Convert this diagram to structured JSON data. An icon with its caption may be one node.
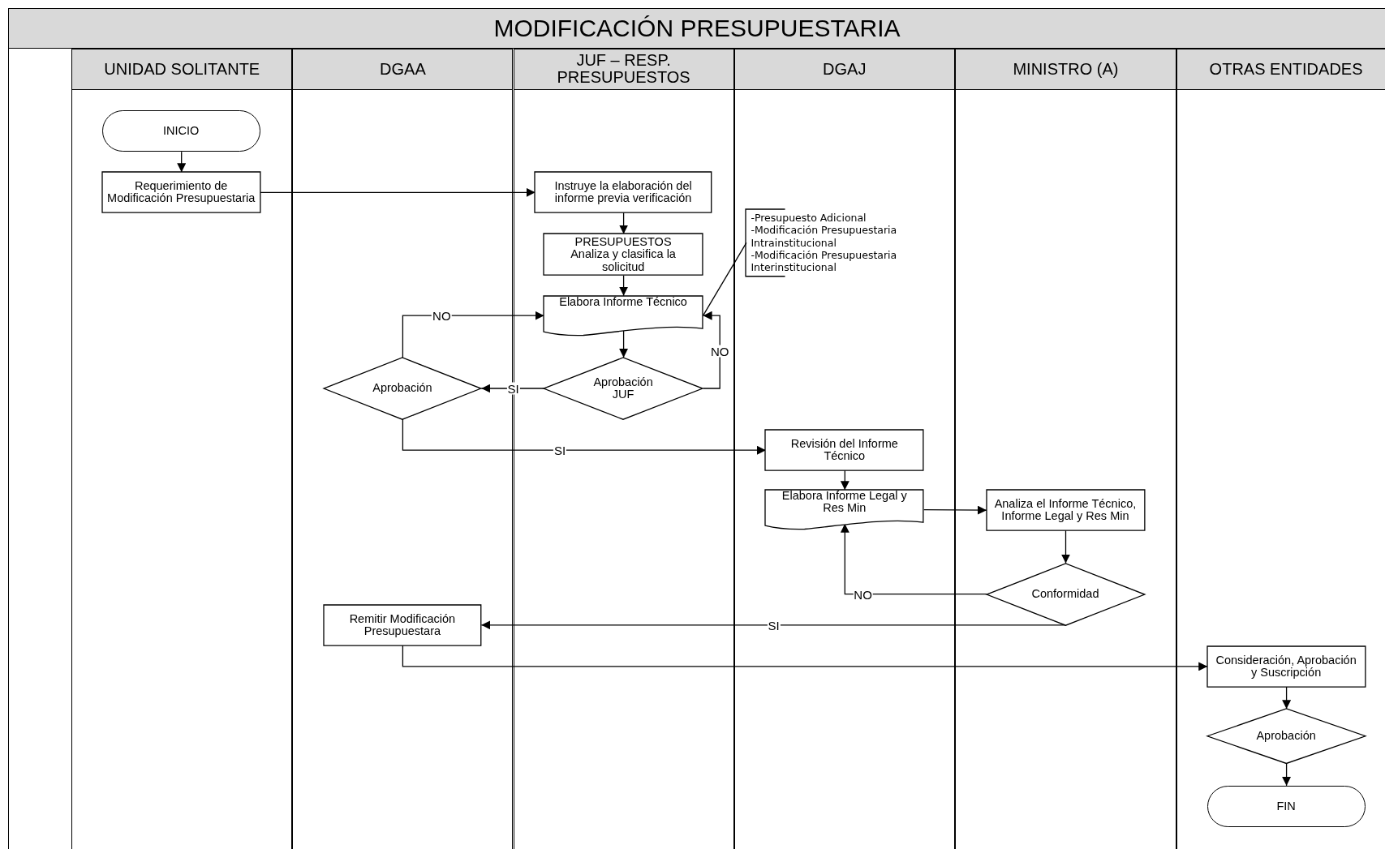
{
  "diagram": {
    "title": "MODIFICACIÓN PRESUPUESTARIA",
    "nodes": [
      {
        "text": [
          "UNIDAD SOLITANTE"
        ]
      },
      {
        "text": [
          "DGAA"
        ]
      },
      {
        "text": [
          "JUF – RESP. PRESUPUESTOS"
        ]
      },
      {
        "text": [
          "DGAJ"
        ]
      },
      {
        "text": [
          "MINISTRO (A)"
        ]
      },
      {
        "text": [
          "OTRAS ENTIDADES"
        ]
      },
      {
        "text": [
          "INICIO"
        ],
        "in": 0
      },
      {
        "text": [
          "Requerimiento de Modificación Presupuestaria"
        ],
        "in": 0
      },
      {
        "text": [
          "Instruye la elaboración del informe previa verificación"
        ],
        "in": 2
      },
      {
        "text": [
          "PRESUPUESTOS",
          "Analiza y clasifica la solicitud"
        ],
        "in": 2
      },
      {
        "text": [
          "Elabora Informe Técnico"
        ],
        "in": 2
      },
      {
        "text": [
          "-Presupuesto Adicional",
          "-Modificación Presupuestaria Intrainstitucional",
          "-Modificación Presupuestaria Interinstitucional"
        ],
        "in": 3
      },
      {
        "text": [
          "Aprobación JUF"
        ],
        "in": 2
      },
      {
        "text": [
          "Aprobación"
        ],
        "in": 1
      },
      {
        "text": [
          "Revisión del Informe Técnico"
        ],
        "in": 3
      },
      {
        "text": [
          "Elabora Informe Legal y Res Min"
        ],
        "in": 3
      },
      {
        "text": [
          "Analiza el Informe Técnico, Informe Legal y Res Min"
        ],
        "in": 4
      },
      {
        "text": [
          "Conformidad"
        ],
        "in": 4
      },
      {
        "text": [
          "Remitir Modificación Presupuestara"
        ],
        "in": 1
      },
      {
        "text": [
          "Consideración, Aprobación y Suscripción"
        ],
        "in": 5
      },
      {
        "text": [
          "Aprobación"
        ],
        "in": 5
      },
      {
        "text": [
          "FIN"
        ],
        "in": 5
      }
    ],
    "edges": [
      {
        "from": 6,
        "to": 7,
        "arrow": "to"
      },
      {
        "from": 7,
        "to": 8,
        "arrow": "to"
      },
      {
        "from": 8,
        "to": 9,
        "arrow": "to"
      },
      {
        "from": 9,
        "to": 10,
        "arrow": "to"
      },
      {
        "from": 10,
        "to": 12,
        "arrow": "to"
      },
      {
        "from": 12,
        "to": 10,
        "arrow": "to",
        "label": "NO"
      },
      {
        "from": 12,
        "to": 13,
        "arrow": "to",
        "label": "SI"
      },
      {
        "from": 13,
        "to": 10,
        "arrow": "to",
        "label": "NO"
      },
      {
        "from": 13,
        "to": 14,
        "arrow": "to",
        "label": "SI"
      },
      {
        "from": 14,
        "to": 15,
        "arrow": "to"
      },
      {
        "from": 15,
        "to": 16,
        "arrow": "to"
      },
      {
        "from": 16,
        "to": 17,
        "arrow": "to"
      },
      {
        "from": 17,
        "to": 15,
        "arrow": "to",
        "label": "NO"
      },
      {
        "from": 17,
        "to": 18,
        "arrow": "to",
        "label": "SI"
      },
      {
        "from": 18,
        "to": 19,
        "arrow": "to"
      },
      {
        "from": 19,
        "to": 20,
        "arrow": "to"
      },
      {
        "from": 20,
        "to": 21,
        "arrow": "to"
      },
      {
        "from": 11,
        "to": 10,
        "arrow": "none"
      }
    ]
  }
}
